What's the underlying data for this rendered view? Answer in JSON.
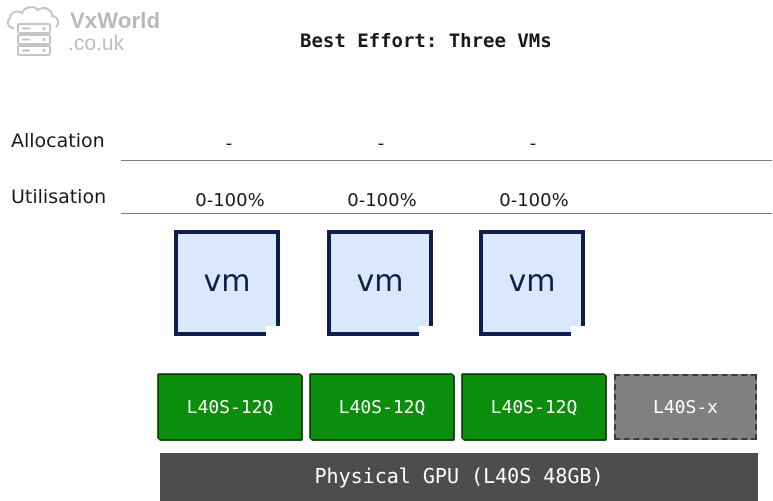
{
  "logo": {
    "name": "VxWorld",
    "suffix": ".co.uk"
  },
  "title": "Best Effort: Three VMs",
  "rows": {
    "allocation": "Allocation",
    "utilisation": "Utilisation"
  },
  "allocation_values": [
    "-",
    "-",
    "-"
  ],
  "utilisation_values": [
    "0-100%",
    "0-100%",
    "0-100%"
  ],
  "vms": [
    "vm",
    "vm",
    "vm"
  ],
  "profiles": [
    "L40S-12Q",
    "L40S-12Q",
    "L40S-12Q"
  ],
  "spare_profile": "L40S-x",
  "gpu": "Physical GPU (L40S 48GB)",
  "colors": {
    "vm_fill": "#dae8fb",
    "vm_border": "#0e1f4f",
    "profile_green": "#0b8e0b",
    "spare_grey": "#808080",
    "gpu_dark": "#4d4d4d"
  }
}
